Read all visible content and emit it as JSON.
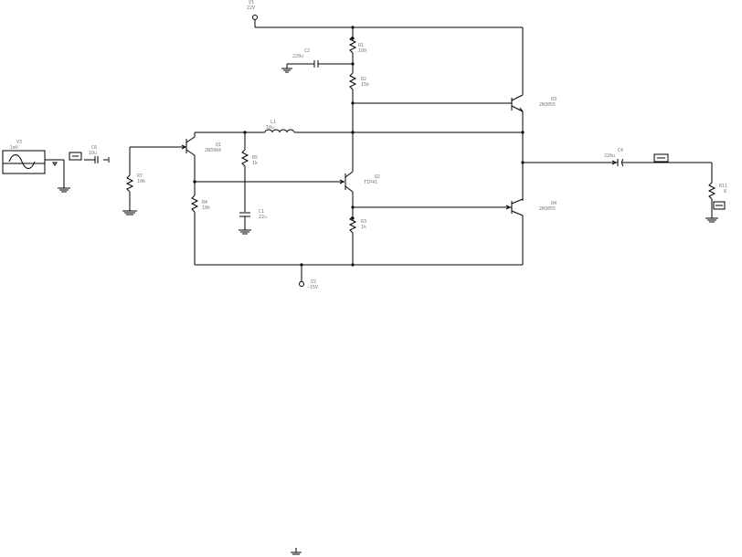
{
  "components": {
    "vcc": {
      "ref": "V1",
      "value": "22V"
    },
    "vee": {
      "ref": "V2",
      "value": "-15V"
    },
    "v_in": {
      "ref": "V3",
      "value": "1mV"
    },
    "c_in": {
      "ref": "C6",
      "value": "10u"
    },
    "c2": {
      "ref": "C2",
      "value": "220u"
    },
    "c1": {
      "ref": "C1",
      "value": "22u"
    },
    "c_out": {
      "ref": "C4",
      "value": "220u"
    },
    "l1": {
      "ref": "L1",
      "value": "10u"
    },
    "r1": {
      "ref": "R1",
      "value": "100"
    },
    "r2": {
      "ref": "R2",
      "value": "15k"
    },
    "r3": {
      "ref": "R3",
      "value": "1k"
    },
    "r4": {
      "ref": "R4",
      "value": "10k"
    },
    "r5": {
      "ref": "R5",
      "value": "1k"
    },
    "r7": {
      "ref": "R7",
      "value": "10k"
    },
    "r11": {
      "ref": "R11",
      "value": "8"
    },
    "q1": {
      "ref": "Q1",
      "value": "2N3904"
    },
    "q2": {
      "ref": "Q2",
      "value": "TIP41"
    },
    "q3": {
      "ref": "Q3",
      "value": "2N3055"
    },
    "q4": {
      "ref": "Q4",
      "value": "2N3055"
    }
  }
}
